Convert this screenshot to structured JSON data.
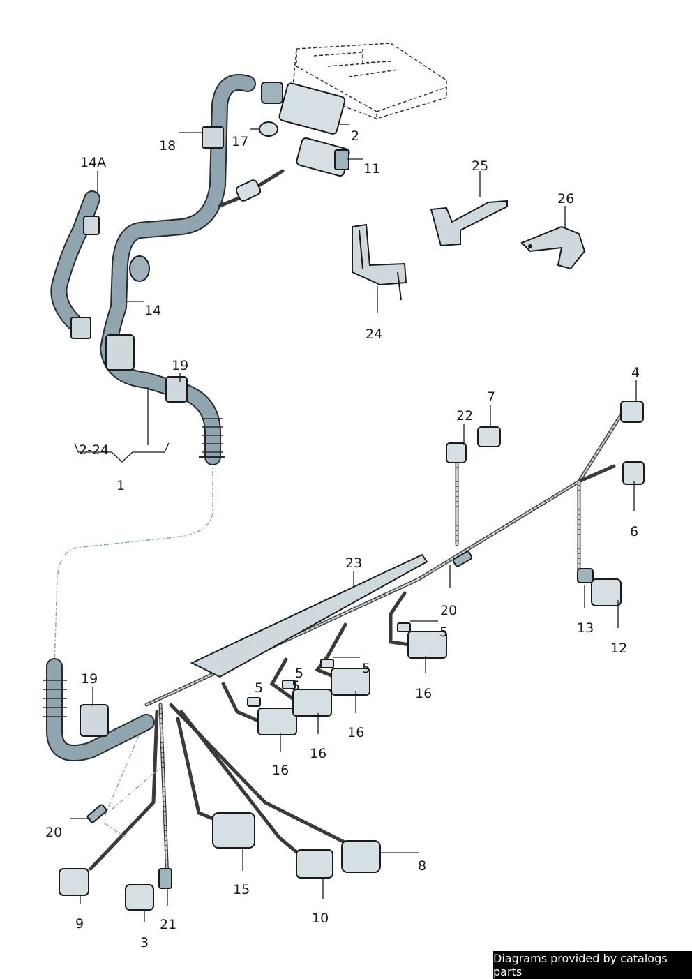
{
  "labels": {
    "l1": "1",
    "l2": "2",
    "l2_24": "2-24",
    "l3": "3",
    "l4": "4",
    "l5a": "5",
    "l5b": "5",
    "l5c": "5",
    "l5d": "5",
    "l5e": "5",
    "l6": "6",
    "l7": "7",
    "l8": "8",
    "l9": "9",
    "l10": "10",
    "l11": "11",
    "l12": "12",
    "l13": "13",
    "l14": "14",
    "l14a": "14A",
    "l15": "15",
    "l16a": "16",
    "l16b": "16",
    "l16c": "16",
    "l16d": "16",
    "l17": "17",
    "l18": "18",
    "l19a": "19",
    "l19b": "19",
    "l20a": "20",
    "l20b": "20",
    "l21": "21",
    "l22": "22",
    "l23": "23",
    "l24": "24",
    "l25": "25",
    "l26": "26"
  },
  "footer": {
    "text": "Diagrams provided by catalogs parts"
  },
  "colors": {
    "harness_fill": "#8fa6b0",
    "outline": "#1a1a1a",
    "background": "#ffffff"
  }
}
